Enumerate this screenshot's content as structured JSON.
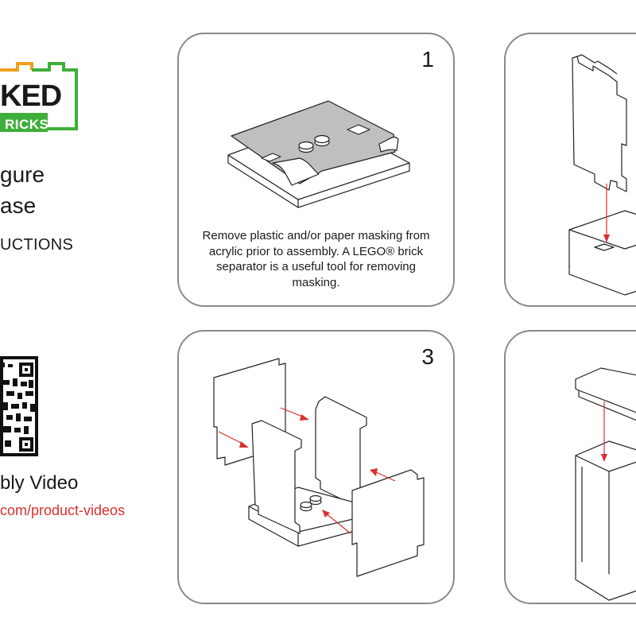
{
  "brand": {
    "logo_word": "KED",
    "logo_sub": "RICKS",
    "colors": {
      "orange": "#f0a01e",
      "green": "#3fae3a",
      "red": "#d8312f"
    }
  },
  "product": {
    "title_line1": "gure",
    "title_line2": "ase",
    "instructions_label": "UCTIONS"
  },
  "video": {
    "label": "bly Video",
    "url": "com/product-videos"
  },
  "steps": [
    {
      "number": "1",
      "caption": "Remove plastic and/or paper masking from acrylic prior to assembly. A LEGO® brick separator is a useful tool for removing masking."
    },
    {
      "number": ""
    },
    {
      "number": "3"
    },
    {
      "number": ""
    }
  ]
}
